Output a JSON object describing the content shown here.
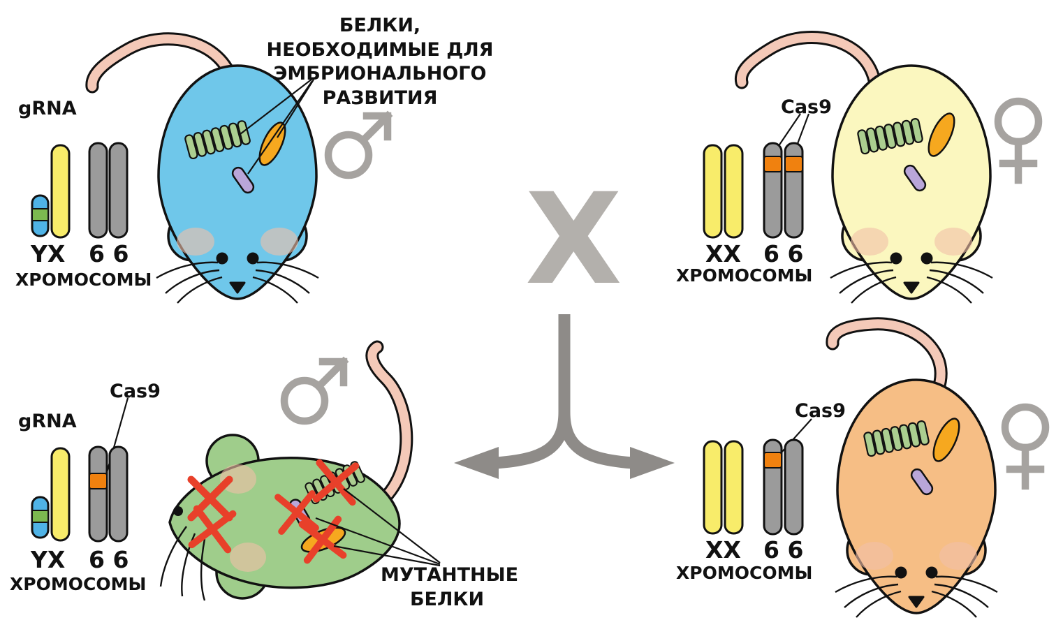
{
  "annotations": {
    "embryonic_proteins": "БЕЛКИ, НЕОБХОДИМЫЕ ДЛЯ ЭМБРИОНАЛЬНОГО РАЗВИТИЯ",
    "mutant_proteins": "МУТАНТНЫЕ БЕЛКИ",
    "cross": "X"
  },
  "panels": {
    "father": {
      "sex_symbol": "♂",
      "grna": "gRNA",
      "sex_chromosomes": "YX",
      "autosomes": "6 6",
      "chromosomes": "ХРОМОСОМЫ"
    },
    "mother": {
      "sex_symbol": "♀",
      "cas9": "Cas9",
      "sex_chromosomes": "XX",
      "autosomes": "6 6",
      "chromosomes": "ХРОМОСОМЫ"
    },
    "mutant_son": {
      "sex_symbol": "♂",
      "grna": "gRNA",
      "cas9": "Cas9",
      "sex_chromosomes": "YX",
      "autosomes": "6 6",
      "chromosomes": "ХРОМОСОМЫ"
    },
    "daughter": {
      "sex_symbol": "♀",
      "cas9": "Cas9",
      "sex_chromosomes": "XX",
      "autosomes": "6 6",
      "chromosomes": "ХРОМОСОМЫ"
    }
  },
  "colors": {
    "male_mouse": "#6FC7EA",
    "mother_mouse": "#FBF7BF",
    "mutant_mouse": "#9FCD8B",
    "daughter_mouse": "#F6BE85",
    "x_chromosome": "#F8EC6A",
    "y_chromosome": "#4FB3E6",
    "y_band": "#7CB950",
    "autosome": "#9B9B9B",
    "cas9_insert": "#F0810F",
    "protein_sheet": "#ABCE90",
    "protein_oval": "#F6A81F",
    "protein_capsule": "#B9A6D9",
    "mutation_cross": "#E8402A",
    "symbol_gray": "#A6A3A0",
    "arrow_gray": "#8E8B88",
    "cross_gray": "#B3B0AC",
    "tail_pink": "#F4C9B8"
  }
}
